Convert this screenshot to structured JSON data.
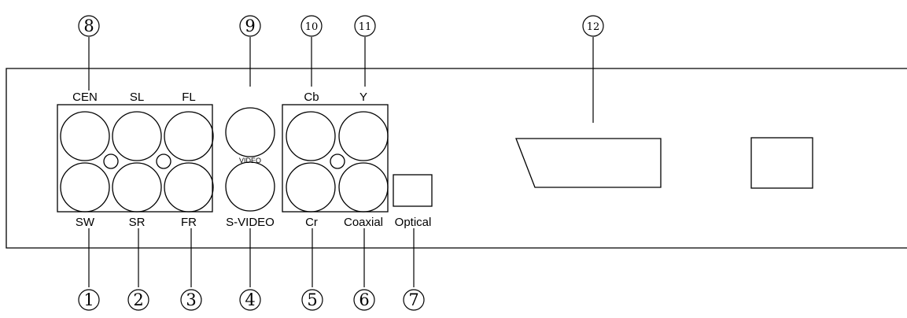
{
  "labels": {
    "cen": "CEN",
    "sl": "SL",
    "fl": "FL",
    "sw": "SW",
    "sr": "SR",
    "fr": "FR",
    "video": "VIDEO",
    "svideo": "S-VIDEO",
    "cb": "Cb",
    "y": "Y",
    "cr": "Cr",
    "coaxial": "Coaxial",
    "optical": "Optical"
  },
  "callouts": {
    "c1": "1",
    "c2": "2",
    "c3": "3",
    "c4": "4",
    "c5": "5",
    "c6": "6",
    "c7": "7",
    "c8": "8",
    "c9": "9",
    "c10": "10",
    "c11": "11",
    "c12": "12"
  }
}
